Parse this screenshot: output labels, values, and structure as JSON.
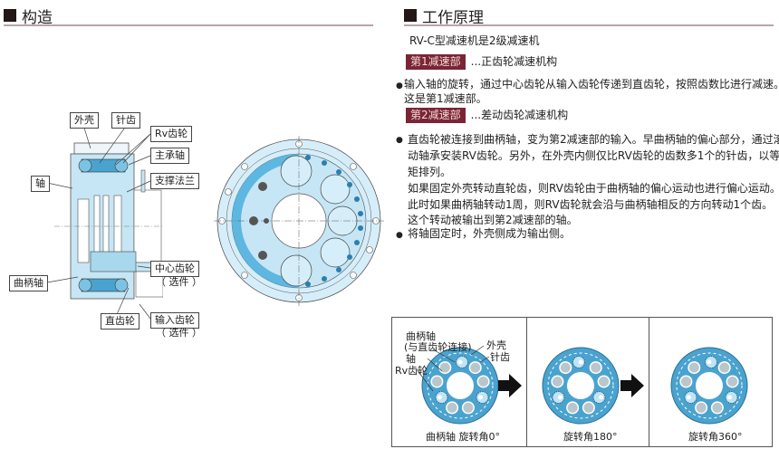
{
  "left": {
    "title": "构造",
    "labels": {
      "housing": "外壳",
      "pin": "针齿",
      "rv_gear": "Rv齿轮",
      "main_bearing": "主承轴",
      "shaft": "轴",
      "support_flange": "支撑法兰",
      "crankshaft": "曲柄轴",
      "center_gear": "中心齿轮",
      "center_gear_opt": "（ 选件 ）",
      "spur_gear": "直齿轮",
      "input_gear": "输入齿轮",
      "input_gear_opt": "（ 选件 ）"
    }
  },
  "right": {
    "title": "工作原理",
    "intro": "RV-C型减速机是2级减速机",
    "stage1_tag": "第1减速部",
    "stage1_desc": "...正齿轮减速机构",
    "para1_line1": "输入轴的旋转，通过中心齿轮从输入齿轮传递到直齿轮，按照齿数比进行减速。",
    "para1_line2": "这是第1减速部。",
    "stage2_tag": "第2减速部",
    "stage2_desc": "...差动齿轮减速机构",
    "para2_lines": [
      "直齿轮被连接到曲柄轴，变为第2减速部的输入。早曲柄轴的偏心部分，通过滚",
      "动轴承安装RV齿轮。另外，在外壳内侧仅比RV齿轮的齿数多1个的针齿，以等齿",
      "矩排列。",
      "如果固定外壳转动直轮齿，则RV齿轮由于曲柄轴的偏心运动也进行偏心运动。",
      "此时如果曲柄轴转动1周，则RV齿轮就会沿与曲柄轴相反的方向转动1个齿。",
      "这个转动被输出到第2减速部的轴。"
    ],
    "para3": "将轴固定时，外壳侧成为输出侧。",
    "bullet": "●"
  },
  "rotation": {
    "labels": {
      "crankshaft": "曲柄轴",
      "crank_note": "(与直齿轮连接)",
      "shaft": "轴",
      "rv_gear": "Rv齿轮",
      "housing": "外壳",
      "pin": "针齿"
    },
    "captions": [
      "曲柄轴  旋转角0°",
      "旋转角180°",
      "旋转角360°"
    ],
    "angles_deg": [
      0,
      180,
      360
    ]
  },
  "colors": {
    "accent_tag": "#7a2535",
    "gear_blue": "#4aa3cf",
    "light_blue": "#c6e6f5",
    "rule": "#b8a4ac"
  }
}
